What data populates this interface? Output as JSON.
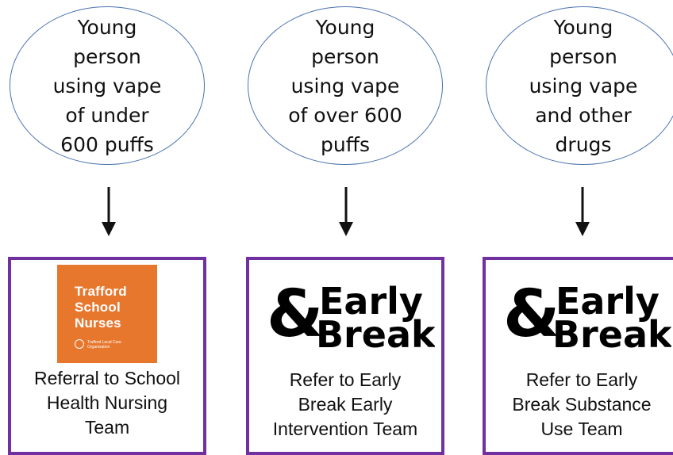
{
  "nodes": [
    {
      "ellipse_lines": [
        "Young",
        "person",
        "using vape",
        "of under",
        "600 puffs"
      ],
      "outcome_lines": [
        "Referral to School",
        "Health Nursing",
        "Team"
      ],
      "logo": "trafford-school-nurses",
      "logo_text": [
        "Trafford",
        "School",
        "Nurses"
      ],
      "logo_subtext": "Trafford Local Care Organisation"
    },
    {
      "ellipse_lines": [
        "Young",
        "person",
        "using vape",
        "of over 600",
        "puffs"
      ],
      "outcome_lines": [
        "Refer to Early",
        "Break Early",
        "Intervention Team"
      ],
      "logo": "early-break",
      "logo_text": [
        "Early",
        "Break"
      ]
    },
    {
      "ellipse_lines": [
        "Young",
        "person",
        "using vape",
        "and other",
        "drugs"
      ],
      "outcome_lines": [
        "Refer to Early",
        "Break Substance",
        "Use Team"
      ],
      "logo": "early-break",
      "logo_text": [
        "Early",
        "Break"
      ]
    }
  ],
  "colors": {
    "ellipse_border": "#4a72b0",
    "box_border": "#7030a0",
    "tsn_logo_bg": "#e8772e",
    "arrow": "#111111"
  }
}
